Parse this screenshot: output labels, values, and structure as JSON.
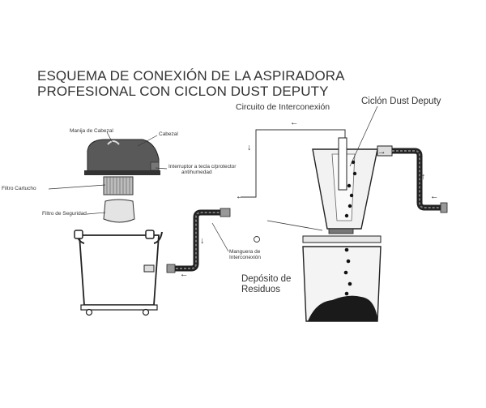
{
  "title": {
    "line1": "ESQUEMA DE CONEXIÓN DE LA ASPIRADORA",
    "line2": "PROFESIONAL CON CICLON DUST DEPUTY"
  },
  "labels": {
    "circuito": "Circuito de Interconexión",
    "ciclon": "Ciclón Dust Deputy",
    "manija": "Manija de Cabezal",
    "cabezal": "Cabezal",
    "interruptor_l1": "Interruptor a tecla c/protector",
    "interruptor_l2": "antihumedad",
    "filtro_cartucho": "Filtro Cartucho",
    "filtro_seguridad": "Filtro de Seguridad",
    "manguera_l1": "Manguera de",
    "manguera_l2": "Interconexión",
    "deposito_l1": "Depósito de",
    "deposito_l2": "Residuos"
  },
  "arrows": {
    "left": "←",
    "right": "→",
    "up": "↑",
    "down": "↓"
  },
  "colors": {
    "line": "#333333",
    "hose": "#222222",
    "head": "#555555",
    "cyclone_fill": "#f2f2f2",
    "dust": "#1a1a1a"
  }
}
